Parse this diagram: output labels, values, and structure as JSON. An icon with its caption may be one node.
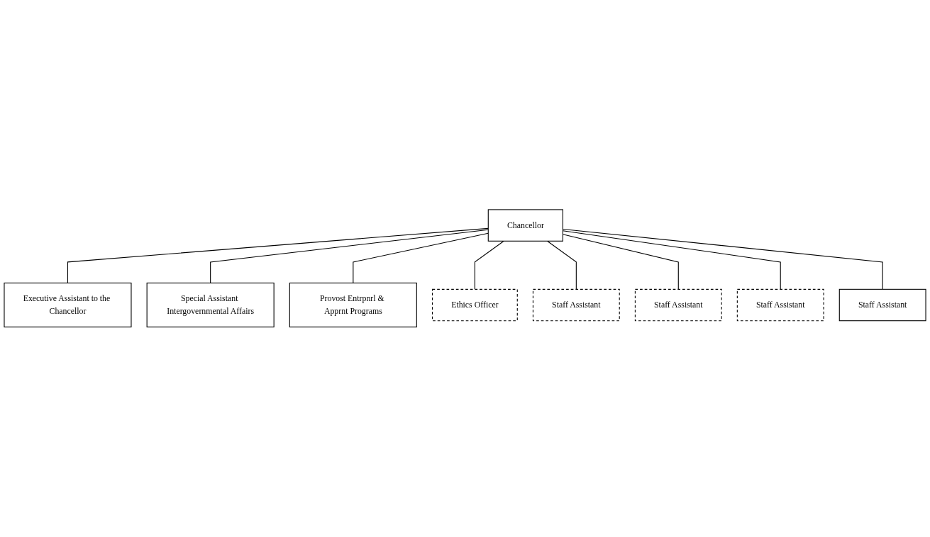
{
  "diagram": {
    "nodes": [
      {
        "text": [
          "Chancellor"
        ]
      },
      {
        "text": [
          "Executive Assistant to the Chancellor"
        ]
      },
      {
        "text": [
          "Special Assistant Intergovernmental Affairs"
        ]
      },
      {
        "text": [
          "Provost Entrpnrl & Apprnt Programs"
        ]
      },
      {
        "text": [
          "Ethics Officer"
        ]
      },
      {
        "text": [
          "Staff Assistant"
        ]
      },
      {
        "text": [
          "Staff Assistant"
        ]
      },
      {
        "text": [
          "Staff Assistant"
        ]
      },
      {
        "text": [
          "Staff Assistant"
        ]
      }
    ],
    "edges": [
      {
        "from": 0,
        "to": 1,
        "arrow": "none"
      },
      {
        "from": 0,
        "to": 2,
        "arrow": "none"
      },
      {
        "from": 0,
        "to": 3,
        "arrow": "none"
      },
      {
        "from": 0,
        "to": 4,
        "arrow": "none"
      },
      {
        "from": 0,
        "to": 5,
        "arrow": "none"
      },
      {
        "from": 0,
        "to": 6,
        "arrow": "none"
      },
      {
        "from": 0,
        "to": 7,
        "arrow": "none"
      },
      {
        "from": 0,
        "to": 8,
        "arrow": "none"
      }
    ]
  }
}
